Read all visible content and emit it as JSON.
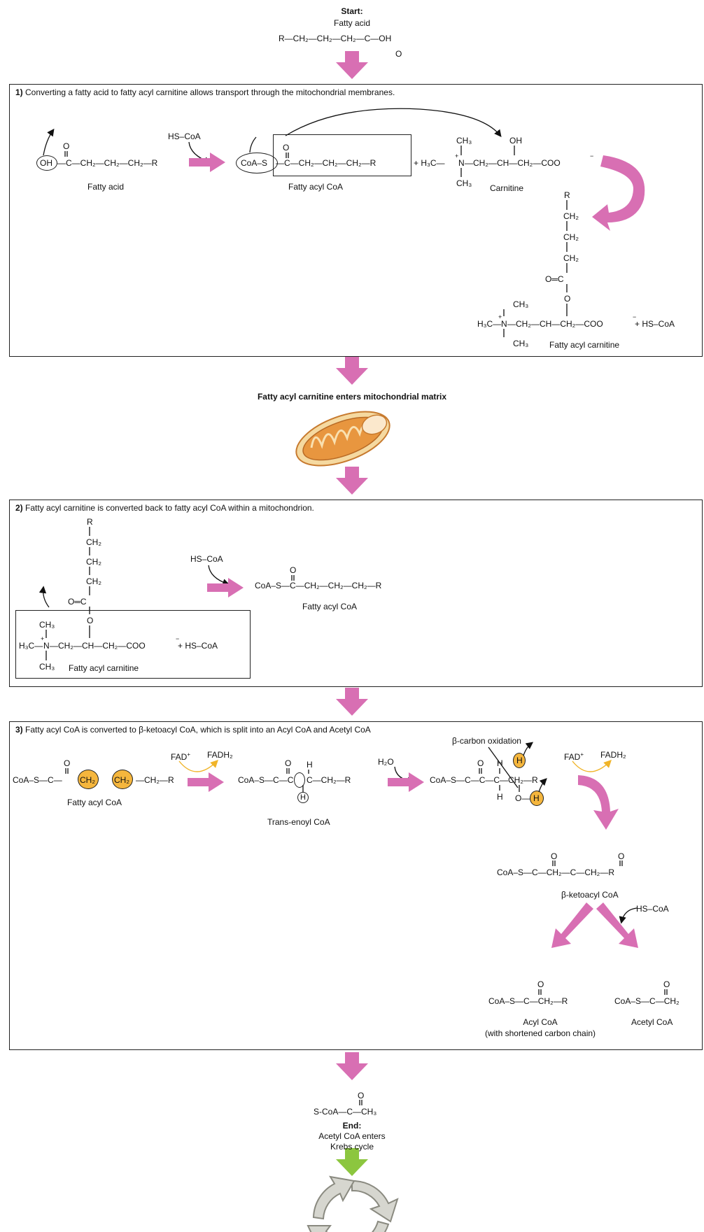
{
  "start": {
    "label": "Start:",
    "sub": "Fatty acid",
    "formula": "R—CH₂—CH₂—CH₂—C—OH",
    "o": "O"
  },
  "step1": {
    "num": "1)",
    "title": "Converting a fatty acid to fatty acyl carnitine allows transport through the mitochondrial membranes.",
    "oh": "OH",
    "fa_chain": "—C—CH₂—CH₂—CH₂—R",
    "o": "O",
    "fa_label": "Fatty acid",
    "hscoa": "HS–CoA",
    "coas": "CoA–S",
    "facoa_chain": "—C—CH₂—CH₂—CH₂—R",
    "facoa_label": "Fatty acyl CoA",
    "carn_left": "+ H₃C—",
    "carn_n": "N",
    "carn_plus": "+",
    "carn_chain": "—CH₂—CH—CH₂—COO",
    "carn_minus": "−",
    "ch3": "CH₃",
    "carn_oh": "OH",
    "carn_label": "Carnitine",
    "r": "R",
    "ch2": "CH₂",
    "oeq": "O═C",
    "ostar": "O",
    "fac_left": "H₃C—",
    "fac_chain": "—CH₂—CH—CH₂—COO",
    "fac_tail": " + HS–CoA",
    "fac_label": "Fatty acyl carnitine"
  },
  "transit": {
    "label": "Fatty acyl carnitine enters mitochondrial matrix"
  },
  "step2": {
    "num": "2)",
    "title": "Fatty acyl carnitine is converted back to fatty acyl CoA within a mitochondrion.",
    "r": "R",
    "ch2": "CH₂",
    "oeq": "O═C",
    "ostar": "O",
    "fac_left": "H₃C—",
    "fac_chain": "—CH₂—CH—CH₂—COO",
    "fac_tail": " + HS–CoA",
    "fac_label": "Fatty acyl carnitine",
    "ch3": "CH₃",
    "n": "N",
    "plus": "+",
    "minus": "−",
    "hscoa": "HS–CoA",
    "prod": "CoA–S—C—CH₂—CH₂—CH₂—R",
    "o": "O",
    "prod_label": "Fatty acyl CoA"
  },
  "step3": {
    "num": "3)",
    "title": "Fatty acyl CoA is converted to β-ketoacyl CoA, which is split into an Acyl CoA and Acetyl CoA",
    "fad": "FAD",
    "fadh": "FADH₂",
    "plus": "+",
    "h2o": "H₂O",
    "facoa": "CoA–S—C—",
    "h2a": "H₂",
    "h2b": "H₂",
    "facoa_tail": "—CH₂—R",
    "o": "O",
    "facoa_label": "Fatty acyl CoA",
    "enoyl": "CoA–S—C—C",
    "enoyl_tail": "C—CH₂—R",
    "h": "H",
    "enoyl_label": "Trans-enoyl CoA",
    "boxid": "β-carbon oxidation",
    "hyd": "CoA–S—C—C—C—CH₂—R",
    "hyd_o": "O—",
    "keto": "CoA–S—C—CH₂—C—CH₂—R",
    "keto_label": "β-ketoacyl CoA",
    "hscoa": "HS–CoA",
    "acyl": "CoA–S—C—CH₂—R",
    "acyl_label": "Acyl CoA",
    "acyl_sub": "(with shortened carbon chain)",
    "acetyl": "CoA–S—C—CH₂",
    "acetyl_label": "Acetyl CoA"
  },
  "end": {
    "formula": "S-CoA—C—CH₃",
    "o": "O",
    "label": "End:",
    "line1": "Acetyl CoA enters",
    "line2": "Krebs cycle"
  }
}
